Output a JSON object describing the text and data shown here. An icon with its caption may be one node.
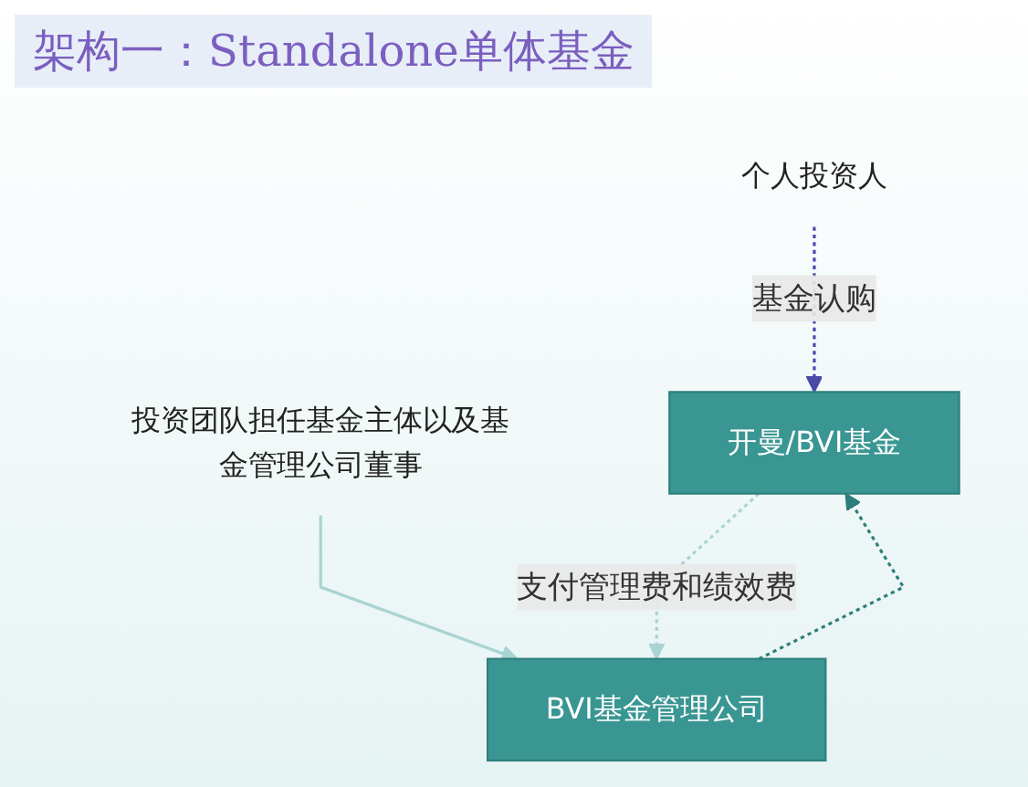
{
  "diagram": {
    "title": "架构一：Standalone单体基金",
    "nodes": [
      {
        "text": [
          "个人投资人"
        ]
      },
      {
        "text": [
          "投资团队担任基金主体以及基金管理公司董事"
        ]
      },
      {
        "text": [
          "开曼/BVI基金"
        ]
      },
      {
        "text": [
          "BVI基金管理公司"
        ]
      }
    ],
    "edges": [
      {
        "from": 0,
        "to": 2,
        "arrow": "to",
        "label": "基金认购",
        "style": "dashed",
        "color": "#4a4aa8"
      },
      {
        "from": 1,
        "to": 3,
        "arrow": "to",
        "color": "#a8d4d2"
      },
      {
        "from": 3,
        "to": 2,
        "arrow": "to",
        "style": "dashed",
        "color": "#2e7f7c"
      },
      {
        "from": 2,
        "to": 3,
        "arrow": "to",
        "label": "支付管理费和绩效费",
        "style": "dashed",
        "color": "#a8d4d2"
      }
    ]
  }
}
